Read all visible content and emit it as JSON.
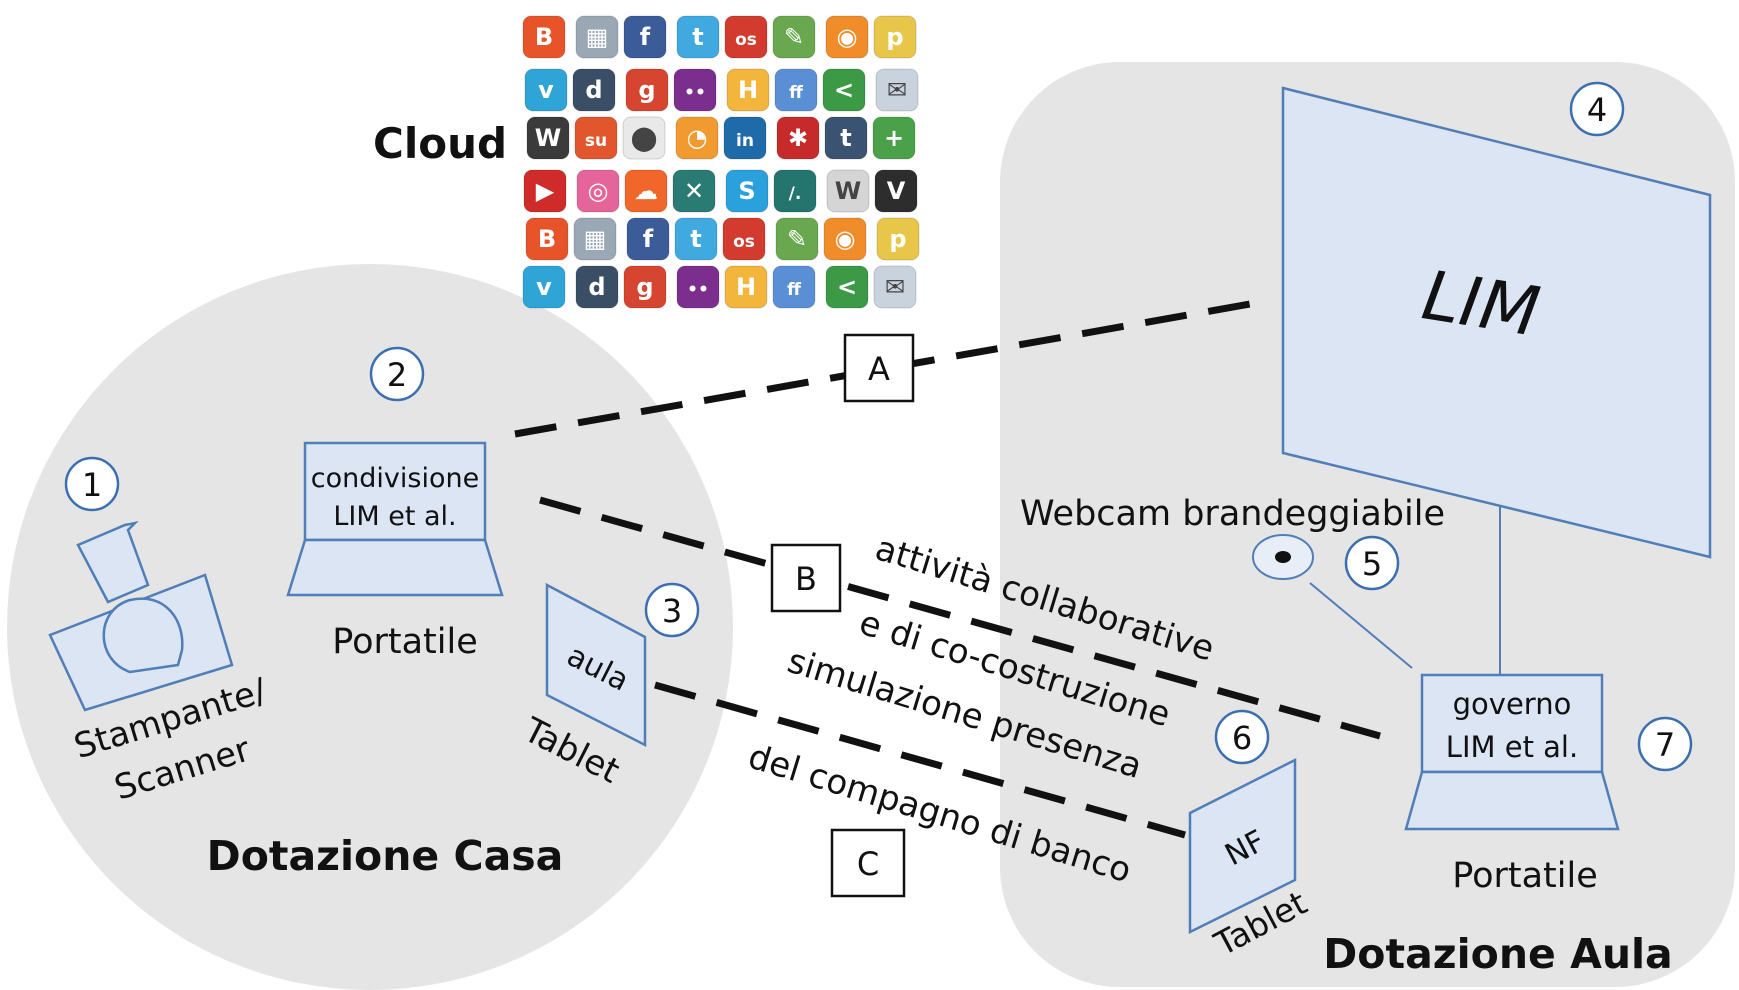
{
  "cloud": {
    "label": "Cloud",
    "tiles": [
      {
        "icon": "blogger-icon",
        "glyph": "B",
        "color": "#e8542a"
      },
      {
        "icon": "delicious-icon",
        "glyph": "▦",
        "color": "#9aa7b5"
      },
      {
        "icon": "facebook-icon",
        "glyph": "f",
        "color": "#3b5b99"
      },
      {
        "icon": "twitter-icon",
        "glyph": "t",
        "color": "#3fa9e0"
      },
      {
        "icon": "lastfm-icon",
        "glyph": "os",
        "color": "#d23b2e"
      },
      {
        "icon": "evernote-icon",
        "glyph": "✎",
        "color": "#6aa84f"
      },
      {
        "icon": "rss-icon",
        "glyph": "◉",
        "color": "#f08c2a"
      },
      {
        "icon": "posterous-icon",
        "glyph": "p",
        "color": "#e8c64a"
      },
      {
        "icon": "vimeo-icon",
        "glyph": "v",
        "color": "#2fa4d6"
      },
      {
        "icon": "digg-icon",
        "glyph": "d",
        "color": "#3a4f66"
      },
      {
        "icon": "google-plus-icon",
        "glyph": "g",
        "color": "#d6452f"
      },
      {
        "icon": "flickr-icon",
        "glyph": "••",
        "color": "#7b2e8e"
      },
      {
        "icon": "hyves-icon",
        "glyph": "H",
        "color": "#f2b63c"
      },
      {
        "icon": "friendfeed-icon",
        "glyph": "ff",
        "color": "#5a8fd6"
      },
      {
        "icon": "share-icon",
        "glyph": "<",
        "color": "#3c9a46"
      },
      {
        "icon": "mail-icon",
        "glyph": "✉",
        "color": "#c9d3dd"
      },
      {
        "icon": "wordpress-icon",
        "glyph": "W",
        "color": "#3b3b3b"
      },
      {
        "icon": "stumbleupon-icon",
        "glyph": "su",
        "color": "#e1562c"
      },
      {
        "icon": "reddit-icon",
        "glyph": "⬤",
        "color": "#e9e9e9"
      },
      {
        "icon": "rss-feed-icon",
        "glyph": "◔",
        "color": "#f19a2f"
      },
      {
        "icon": "linkedin-icon",
        "glyph": "in",
        "color": "#1f6aa8"
      },
      {
        "icon": "yelp-icon",
        "glyph": "✱",
        "color": "#c72a2a"
      },
      {
        "icon": "tumblr-icon",
        "glyph": "t",
        "color": "#3a5373"
      },
      {
        "icon": "plus-icon",
        "glyph": "+",
        "color": "#4aa14a"
      },
      {
        "icon": "youtube-icon",
        "glyph": "▶",
        "color": "#cf2b2b"
      },
      {
        "icon": "dribbble-icon",
        "glyph": "◎",
        "color": "#e5659a"
      },
      {
        "icon": "soundcloud-icon",
        "glyph": "☁",
        "color": "#f0662b"
      },
      {
        "icon": "xing-icon",
        "glyph": "✕",
        "color": "#2a7b73"
      },
      {
        "icon": "skype-icon",
        "glyph": "S",
        "color": "#2aa0dc"
      },
      {
        "icon": "slashdot-icon",
        "glyph": "/.",
        "color": "#24756e"
      },
      {
        "icon": "wikipedia-icon",
        "glyph": "W",
        "color": "#d5d5d5"
      },
      {
        "icon": "vine-icon",
        "glyph": "V",
        "color": "#2d2d2d"
      }
    ]
  },
  "casa": {
    "title": "Dotazione Casa",
    "printer": {
      "number": "1",
      "label_line1": "Stampante/",
      "label_line2": "Scanner"
    },
    "laptop": {
      "number": "2",
      "screen_line1": "condivisione",
      "screen_line2": "LIM et al.",
      "label": "Portatile"
    },
    "tablet": {
      "number": "3",
      "screen": "aula",
      "label": "Tablet"
    }
  },
  "aula": {
    "title": "Dotazione Aula",
    "lim": {
      "number": "4",
      "label": "LIM"
    },
    "webcam": {
      "number": "5",
      "label": "Webcam brandeggiabile"
    },
    "tablet": {
      "number": "6",
      "screen": "NF",
      "label": "Tablet"
    },
    "laptop": {
      "number": "7",
      "screen_line1": "governo",
      "screen_line2": "LIM et al.",
      "label": "Portatile"
    }
  },
  "links": {
    "a": {
      "label": "A"
    },
    "b": {
      "label": "B",
      "caption_line1": "attività collaborative",
      "caption_line2": "e di co-costruzione"
    },
    "c": {
      "label": "C",
      "caption_line1": "simulazione presenza",
      "caption_line2": "del compagno di banco"
    }
  },
  "colors": {
    "zone": "#e5e5e5",
    "device_fill": "#dbe5f3",
    "device_stroke": "#4f7eb8",
    "number_stroke": "#3b6fb0",
    "link": "#111111"
  }
}
